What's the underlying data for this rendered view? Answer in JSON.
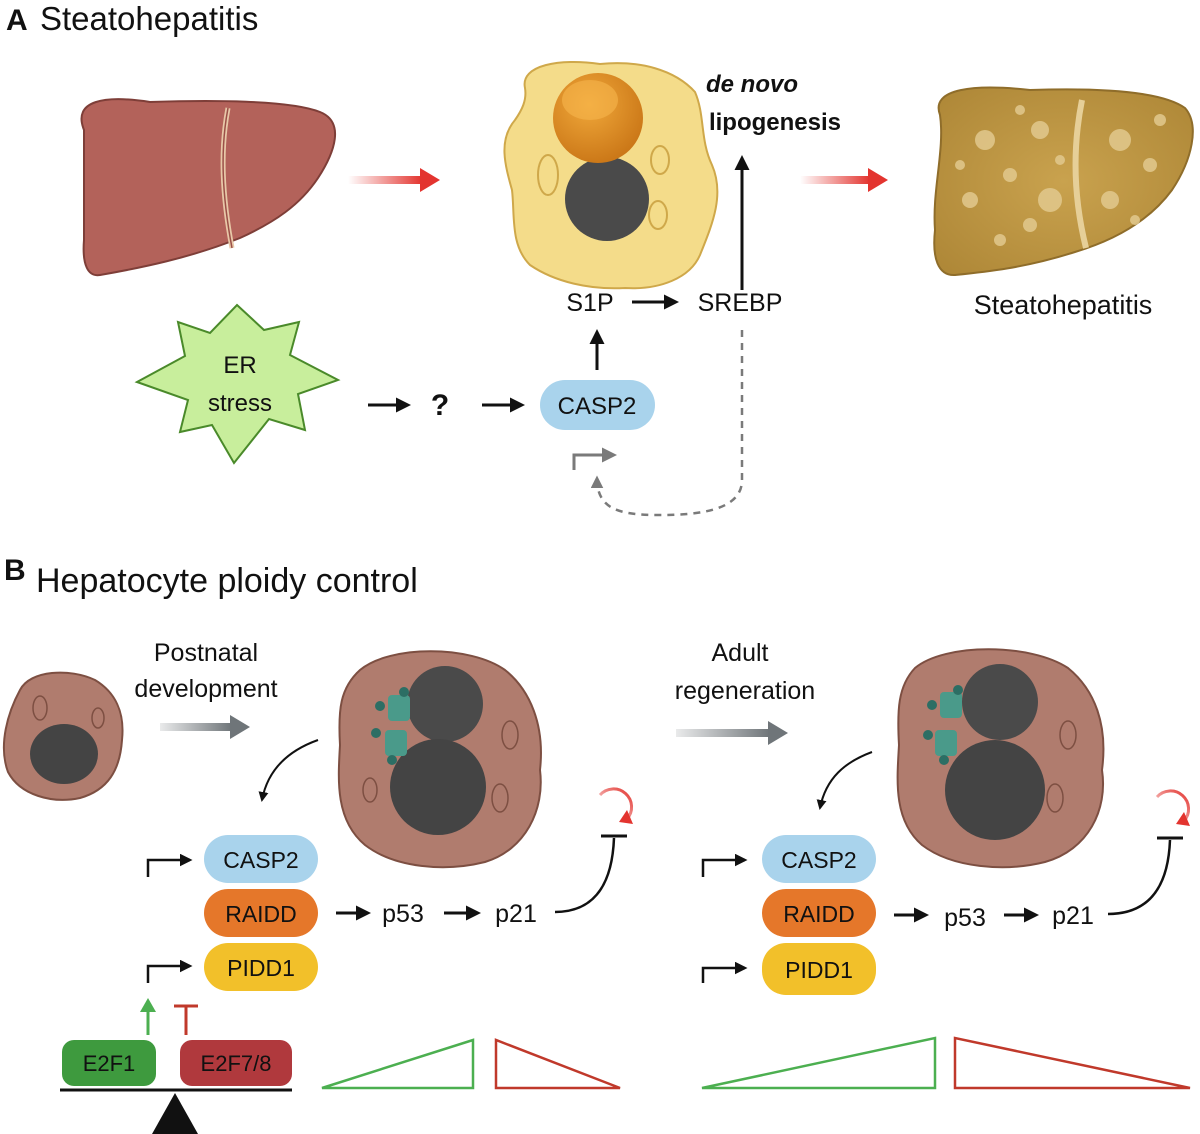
{
  "panel_a": {
    "letter": "A",
    "title": "Steatohepatitis",
    "dnl_line1": "de novo",
    "dnl_line2": "lipogenesis",
    "outcome_label": "Steatohepatitis",
    "er_stress_line1": "ER",
    "er_stress_line2": "stress",
    "unknown_step": "?",
    "casp2": "CASP2",
    "s1p": "S1P",
    "srebp": "SREBP"
  },
  "panel_b": {
    "letter": "B",
    "title": "Hepatocyte ploidy control",
    "left": {
      "transition_line1": "Postnatal",
      "transition_line2": "development",
      "casp2": "CASP2",
      "raidd": "RAIDD",
      "pidd1": "PIDD1",
      "p53": "p53",
      "p21": "p21",
      "e2f1": "E2F1",
      "e2f78": "E2F7/8"
    },
    "right": {
      "transition_line1": "Adult",
      "transition_line2": "regeneration",
      "casp2": "CASP2",
      "raidd": "RAIDD",
      "pidd1": "PIDD1",
      "p53": "p53",
      "p21": "p21"
    }
  },
  "colors": {
    "casp2": "#a9d3ec",
    "raidd": "#e5772a",
    "pidd1": "#f2c02a",
    "e2f1": "#3e9a3e",
    "e2f78": "#b0393d",
    "activate_green": "#4caf50",
    "inhibit_red": "#c0392b",
    "transition_red": "#e3342f",
    "liver_red": "#b3625a",
    "fatty_liver": "#c9a24e",
    "hepatocyte_brown": "#b07c6e",
    "er_star": "#c8ee9c"
  }
}
